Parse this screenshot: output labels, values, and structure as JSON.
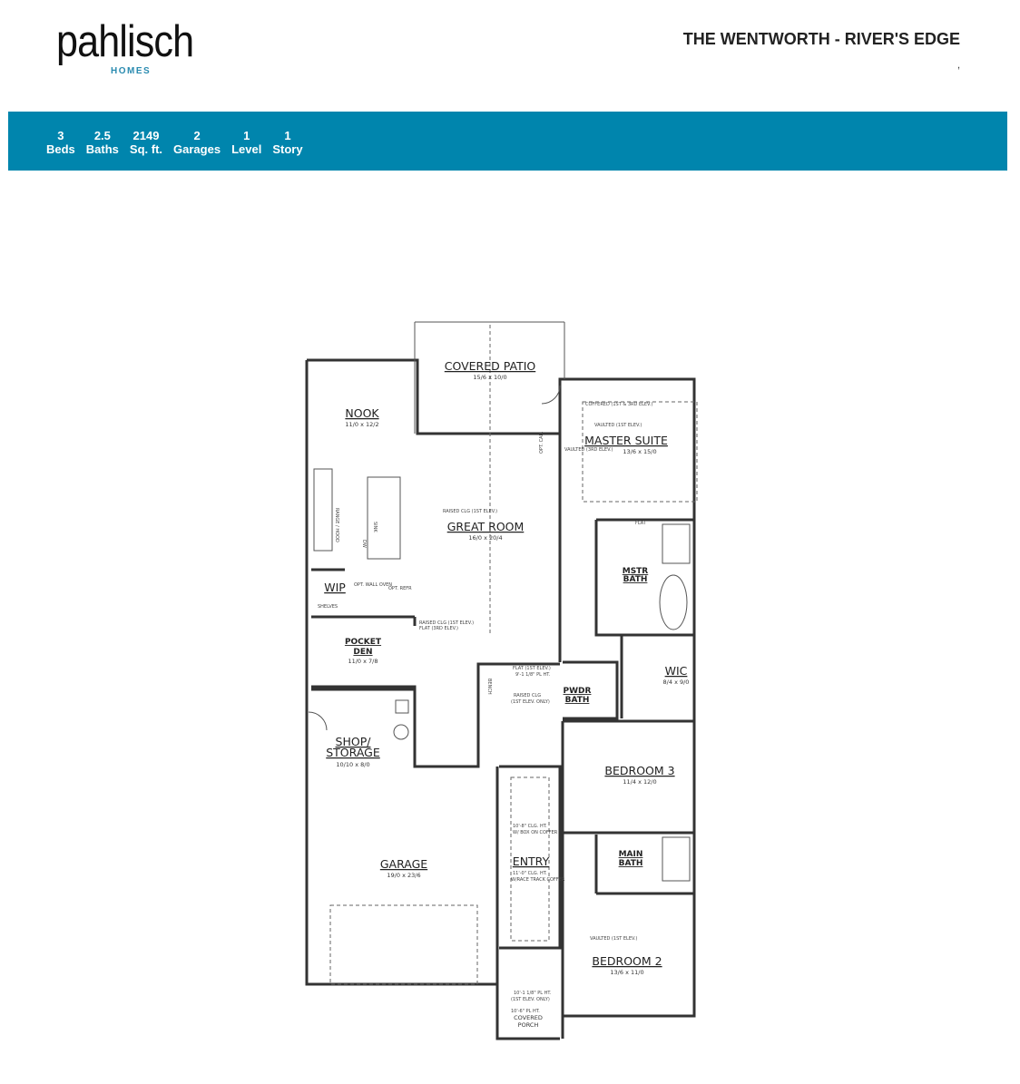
{
  "brand": {
    "name": "pahlisch",
    "sub": "HOMES",
    "accent": "#0085ad"
  },
  "header": {
    "title": "THE WENTWORTH - RIVER'S EDGE",
    "subtitle": ","
  },
  "stats": [
    {
      "value": "3",
      "label": "Beds"
    },
    {
      "value": "2.5",
      "label": "Baths"
    },
    {
      "value": "2149",
      "label": "Sq. ft."
    },
    {
      "value": "2",
      "label": "Garages"
    },
    {
      "value": "1",
      "label": "Level"
    },
    {
      "value": "1",
      "label": "Story"
    }
  ],
  "rooms": {
    "patio": {
      "name": "COVERED PATIO",
      "dims": "15/6 x 10/0"
    },
    "nook": {
      "name": "NOOK",
      "dims": "11/0 x 12/2"
    },
    "master": {
      "name": "MASTER SUITE",
      "dims": "13/6 x 15/0"
    },
    "great": {
      "name": "GREAT ROOM",
      "dims": "16/0 x 20/4"
    },
    "mbath": {
      "name1": "MSTR",
      "name2": "BATH"
    },
    "wip": {
      "name": "WIP"
    },
    "den": {
      "name1": "POCKET",
      "name2": "DEN",
      "dims": "11/0 x 7/8"
    },
    "wic": {
      "name": "WIC",
      "dims": "8/4 x 9/0"
    },
    "pwdr": {
      "name1": "PWDR",
      "name2": "BATH"
    },
    "shop": {
      "name1": "SHOP/",
      "name2": "STORAGE",
      "dims": "10/10 x 8/0"
    },
    "bed3": {
      "name": "BEDROOM 3",
      "dims": "11/4 x 12/0"
    },
    "mainbath": {
      "name1": "MAIN",
      "name2": "BATH"
    },
    "garage": {
      "name": "GARAGE",
      "dims": "19/0 x 23/6"
    },
    "entry": {
      "name": "ENTRY"
    },
    "bed2": {
      "name": "BEDROOM 2",
      "dims": "13/6 x 11/0"
    },
    "porch": {
      "name1": "COVERED",
      "name2": "PORCH"
    }
  },
  "notes": {
    "coffered": "COFFERED (1ST & 3RD ELEV.)",
    "vaulted_master": "VAULTED (1ST ELEV.)",
    "vaulted_master2": "VAULTED (3RD ELEV.)",
    "raised_great": "RAISED CLG (1ST ELEV.)",
    "raised_clg": "RAISED CLG (1ST ELEV.)",
    "flat_clg": "FLAT (3RD ELEV.)",
    "flat_hall": "FLAT (1ST ELEV.)",
    "flat_hall2": "9'-1 1/8\" PL HT.",
    "raised_hall": "RAISED CLG",
    "raised_hall2": "(1ST ELEV. ONLY)",
    "opt_cab": "OPT. CAB.",
    "opt_wall_oven": "OPT. WALL OVEN",
    "opt_refr": "OPT. REFR",
    "shelves": "SHELVES",
    "bench": "BENCH",
    "flat": "FLAT",
    "entry_note1": "10'-8\" CLG. HT.",
    "entry_note2": "W/ BOX ON COFFER",
    "entry_note3": "11'-0\" CLG. HT.",
    "entry_note4": "W/RACE TRACK COFFER",
    "porch_note1": "10'-1 1/8\" PL HT.",
    "porch_note2": "(1ST ELEV. ONLY)",
    "porch_note3": "10'-6\" PL HT.",
    "vaulted_bed2": "VAULTED (1ST ELEV.)",
    "sink": "SINK",
    "dw": "DW",
    "range": "RANGE / HOOD"
  }
}
